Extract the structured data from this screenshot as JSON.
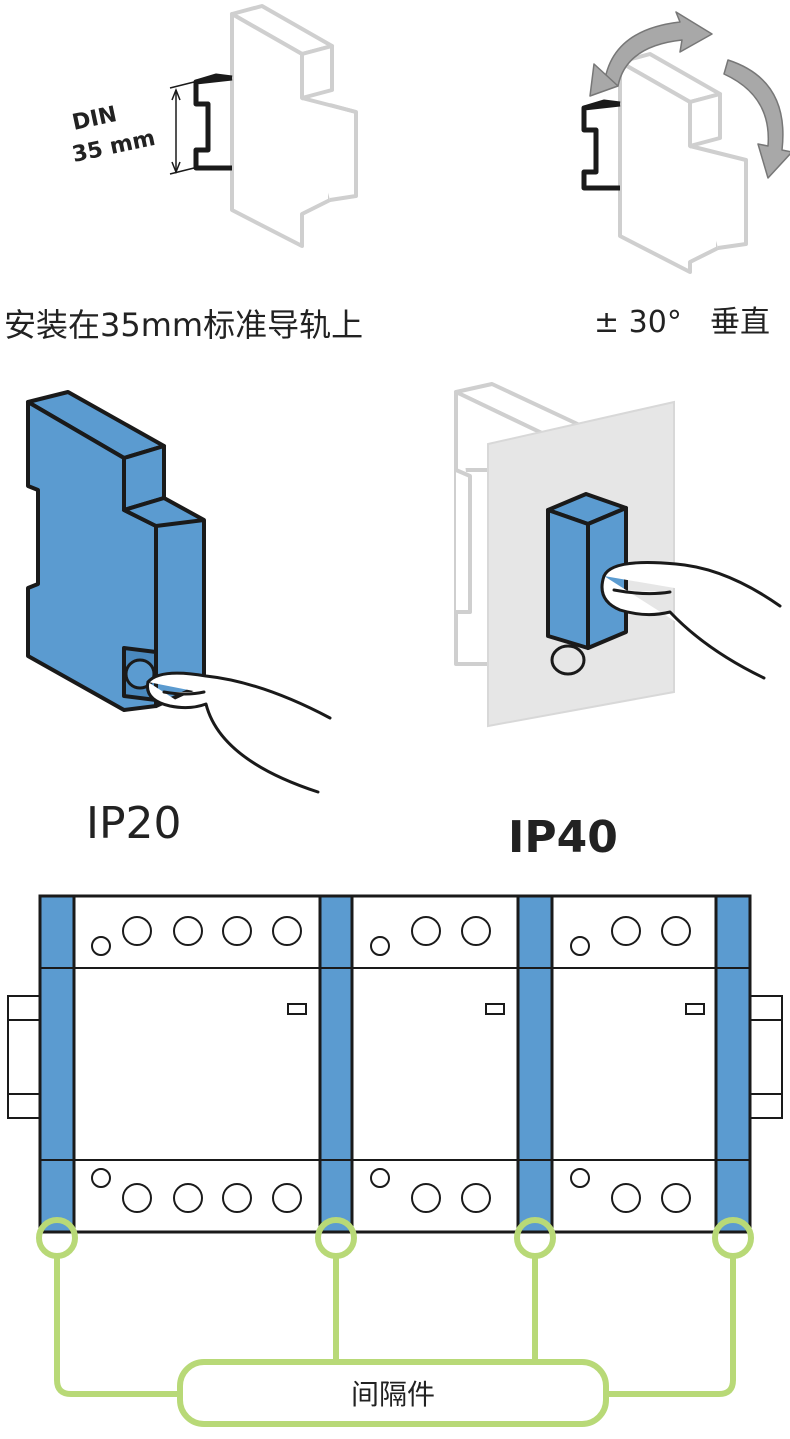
{
  "panel_din": {
    "din_label": "DIN",
    "din_size": "35 mm",
    "caption": "安装在35mm标准导轨上"
  },
  "panel_tilt": {
    "angle": "± 30°",
    "orientation": "垂直"
  },
  "panel_ip20": {
    "label": "IP20"
  },
  "panel_ip40": {
    "label": "IP40"
  },
  "panel_spacer": {
    "spacer_label": "间隔件"
  },
  "colors": {
    "device_blue": "#5b9bd0",
    "outline": "#1a1a1a",
    "ghost_outline": "#cfcfcf",
    "arrow_gray": "#9a9a9a",
    "panel_gray": "#e6e6e6",
    "spacer_green": "#b8d977"
  },
  "icons": {
    "din_device": "din-rail-device-icon",
    "rotate_arrows": "rotation-arrows-icon",
    "finger_press": "finger-press-icon"
  }
}
